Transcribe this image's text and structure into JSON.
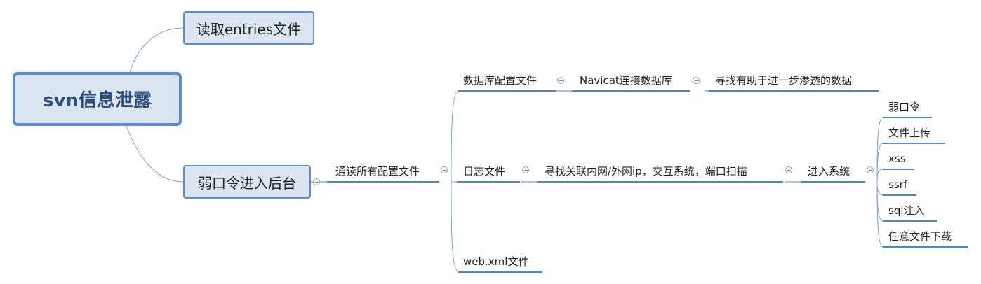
{
  "diagram": {
    "root": "svn信息泄露",
    "branches": [
      {
        "label": "读取entries文件"
      },
      {
        "label": "弱口令进入后台",
        "child": "通读所有配置文件",
        "files": [
          {
            "label": "数据库配置文件",
            "next": "Navicat连接数据库",
            "next2": "寻找有助于进一步渗透的数据"
          },
          {
            "label": "日志文件",
            "next": "寻找关联内网/外网ip，交互系统，端口扫描",
            "next2": "进入系统",
            "attacks": [
              "弱口令",
              "文件上传",
              "xss",
              "ssrf",
              "sql注入",
              "任意文件下载"
            ]
          },
          {
            "label": "web.xml文件"
          }
        ]
      }
    ]
  },
  "colors": {
    "line": "#4f86c6",
    "box_fill": "#dce6f2",
    "box_border": "#5b8ed0",
    "root_text": "#2f4f7a"
  },
  "icons": {
    "collapse": "collapse-circle-icon"
  }
}
